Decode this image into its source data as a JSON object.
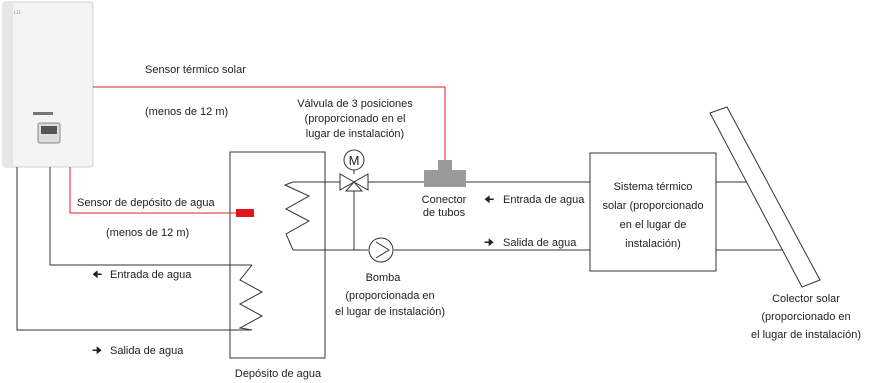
{
  "labels": {
    "solar_sensor": "Sensor térmico solar",
    "solar_sensor_len": "(menos de 12 m)",
    "valve_l1": "Válvula de 3 posiciones",
    "valve_l2": "(proporcionado en el",
    "valve_l3": "lugar de instalación)",
    "tank_sensor": "Sensor de depósito de agua",
    "tank_sensor_len": "(menos de 12 m)",
    "connector_l1": "Conector",
    "connector_l2": "de tubos",
    "inlet_right": "Entrada de agua",
    "outlet_right": "Salida de agua",
    "inlet_left": "Entrada de agua",
    "outlet_left": "Salida de agua",
    "pump_l1": "Bomba",
    "pump_l2": "(proporcionada en",
    "pump_l3": "el lugar de instalación)",
    "tank": "Depósito de agua",
    "solar_sys_l1": "Sistema térmico",
    "solar_sys_l2": "solar (proporcionado",
    "solar_sys_l3": "en el lugar de",
    "solar_sys_l4": "instalación)",
    "collector_l1": "Colector solar",
    "collector_l2": "(proporcionado en",
    "collector_l3": "el lugar de instalación)",
    "motor_symbol": "M"
  },
  "colors": {
    "line": "#333333",
    "sensor_wire": "#e02020",
    "sensor": "#e0141e",
    "connector": "#9a9a9a"
  }
}
